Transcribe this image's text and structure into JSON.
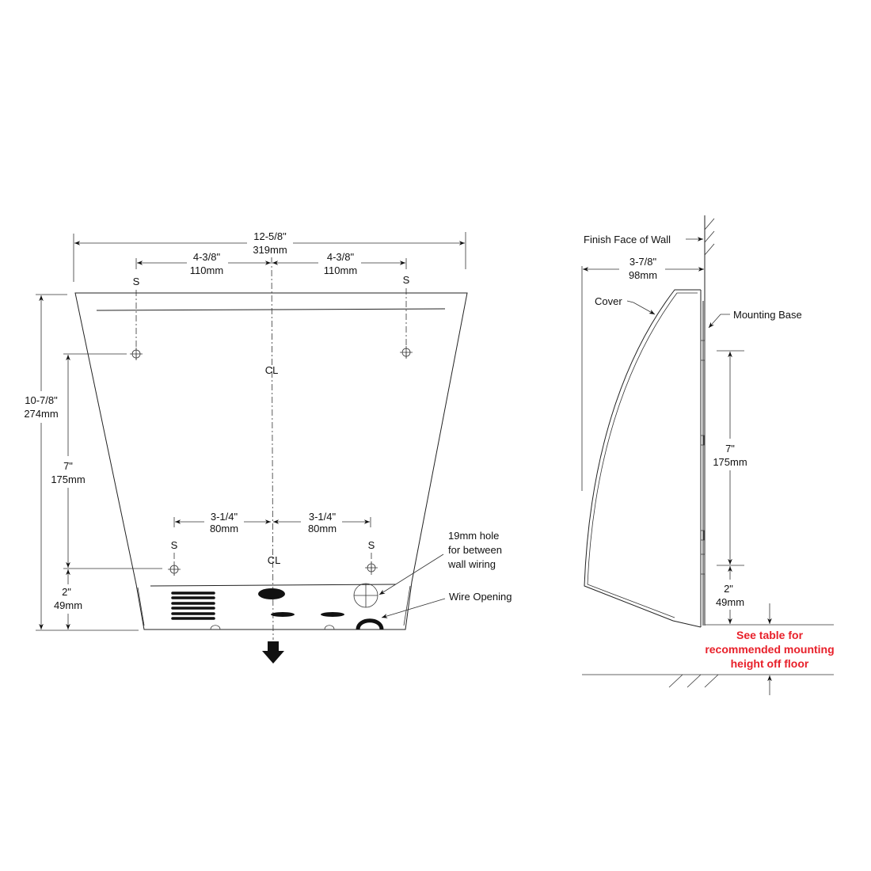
{
  "front_view": {
    "overall_width": {
      "in": "12-5/8\"",
      "mm": "319mm"
    },
    "top_left_spacing": {
      "in": "4-3/8\"",
      "mm": "110mm"
    },
    "top_right_spacing": {
      "in": "4-3/8\"",
      "mm": "110mm"
    },
    "bottom_left_spacing": {
      "in": "3-1/4\"",
      "mm": "80mm"
    },
    "bottom_right_spacing": {
      "in": "3-1/4\"",
      "mm": "80mm"
    },
    "overall_height": {
      "in": "10-7/8\"",
      "mm": "274mm"
    },
    "screw_spacing": {
      "in": "7\"",
      "mm": "175mm"
    },
    "bottom_offset": {
      "in": "2\"",
      "mm": "49mm"
    },
    "screw_label": "S",
    "centerline_label": "CL",
    "hole_label": [
      "19mm hole",
      "for between",
      "wall wiring"
    ],
    "wire_opening_label": "Wire Opening"
  },
  "side_view": {
    "wall_label": "Finish Face of Wall",
    "depth": {
      "in": "3-7/8\"",
      "mm": "98mm"
    },
    "cover_label": "Cover",
    "mounting_base_label": "Mounting Base",
    "screw_spacing": {
      "in": "7\"",
      "mm": "175mm"
    },
    "bottom_offset": {
      "in": "2\"",
      "mm": "49mm"
    },
    "note": [
      "See table for",
      "recommended mounting",
      "height off floor"
    ],
    "note_color": "#e8202a"
  }
}
